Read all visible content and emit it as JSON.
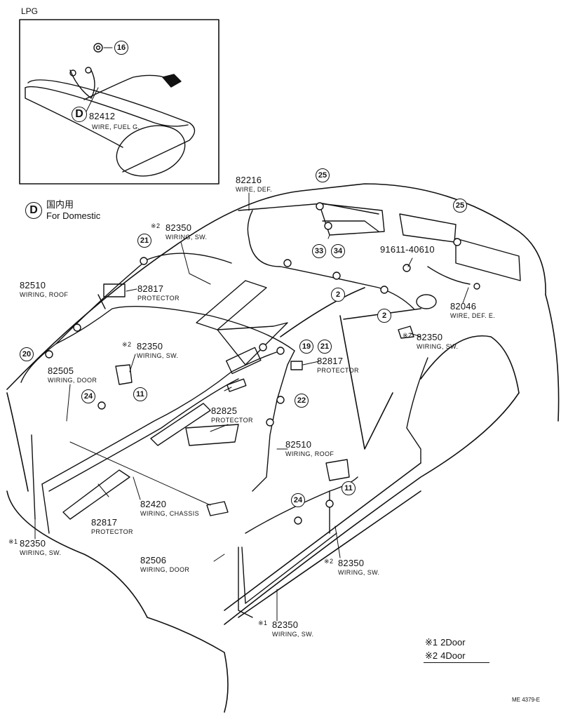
{
  "inset": {
    "title": "LPG",
    "part_number": "82412",
    "part_name": "WIRE, FUEL G.",
    "marker": "D",
    "callout": "16"
  },
  "domestic_note": {
    "marker": "D",
    "japanese": "国内用",
    "english": "For Domestic"
  },
  "parts": [
    {
      "id": "p82216",
      "number": "82216",
      "name": "WIRE, DEF.",
      "prefix": ""
    },
    {
      "id": "p82350a",
      "number": "82350",
      "name": "WIRING, SW.",
      "prefix": "※2"
    },
    {
      "id": "p82510a",
      "number": "82510",
      "name": "WIRING, ROOF",
      "prefix": ""
    },
    {
      "id": "p82817a",
      "number": "82817",
      "name": "PROTECTOR",
      "prefix": ""
    },
    {
      "id": "p91611",
      "number": "91611-40610",
      "name": "",
      "prefix": ""
    },
    {
      "id": "p82046",
      "number": "82046",
      "name": "WIRE, DEF. E.",
      "prefix": ""
    },
    {
      "id": "p82350b",
      "number": "82350",
      "name": "WIRING, SW.",
      "prefix": "※2"
    },
    {
      "id": "p82350c",
      "number": "82350",
      "name": "WIRING, SW.",
      "prefix": "※2"
    },
    {
      "id": "p82817b",
      "number": "82817",
      "name": "PROTECTOR",
      "prefix": ""
    },
    {
      "id": "p82505",
      "number": "82505",
      "name": "WIRING, DOOR",
      "prefix": ""
    },
    {
      "id": "p82825",
      "number": "82825",
      "name": "PROTECTOR",
      "prefix": ""
    },
    {
      "id": "p82510b",
      "number": "82510",
      "name": "WIRING, ROOF",
      "prefix": ""
    },
    {
      "id": "p82420",
      "number": "82420",
      "name": "WIRING, CHASSIS",
      "prefix": ""
    },
    {
      "id": "p82817c",
      "number": "82817",
      "name": "PROTECTOR",
      "prefix": ""
    },
    {
      "id": "p82350d",
      "number": "82350",
      "name": "WIRING, SW.",
      "prefix": "※1"
    },
    {
      "id": "p82506",
      "number": "82506",
      "name": "WIRING, DOOR",
      "prefix": ""
    },
    {
      "id": "p82350e",
      "number": "82350",
      "name": "WIRING, SW.",
      "prefix": "※2"
    },
    {
      "id": "p82350f",
      "number": "82350",
      "name": "WIRING, SW.",
      "prefix": "※1"
    }
  ],
  "callouts": [
    "25",
    "25",
    "33",
    "34",
    "21",
    "2",
    "2",
    "19",
    "21",
    "20",
    "22",
    "24",
    "11",
    "24",
    "11"
  ],
  "legend": [
    {
      "mark": "※1",
      "text": "2Door"
    },
    {
      "mark": "※2",
      "text": "4Door"
    }
  ],
  "drawing_code": "ME 4379-E"
}
